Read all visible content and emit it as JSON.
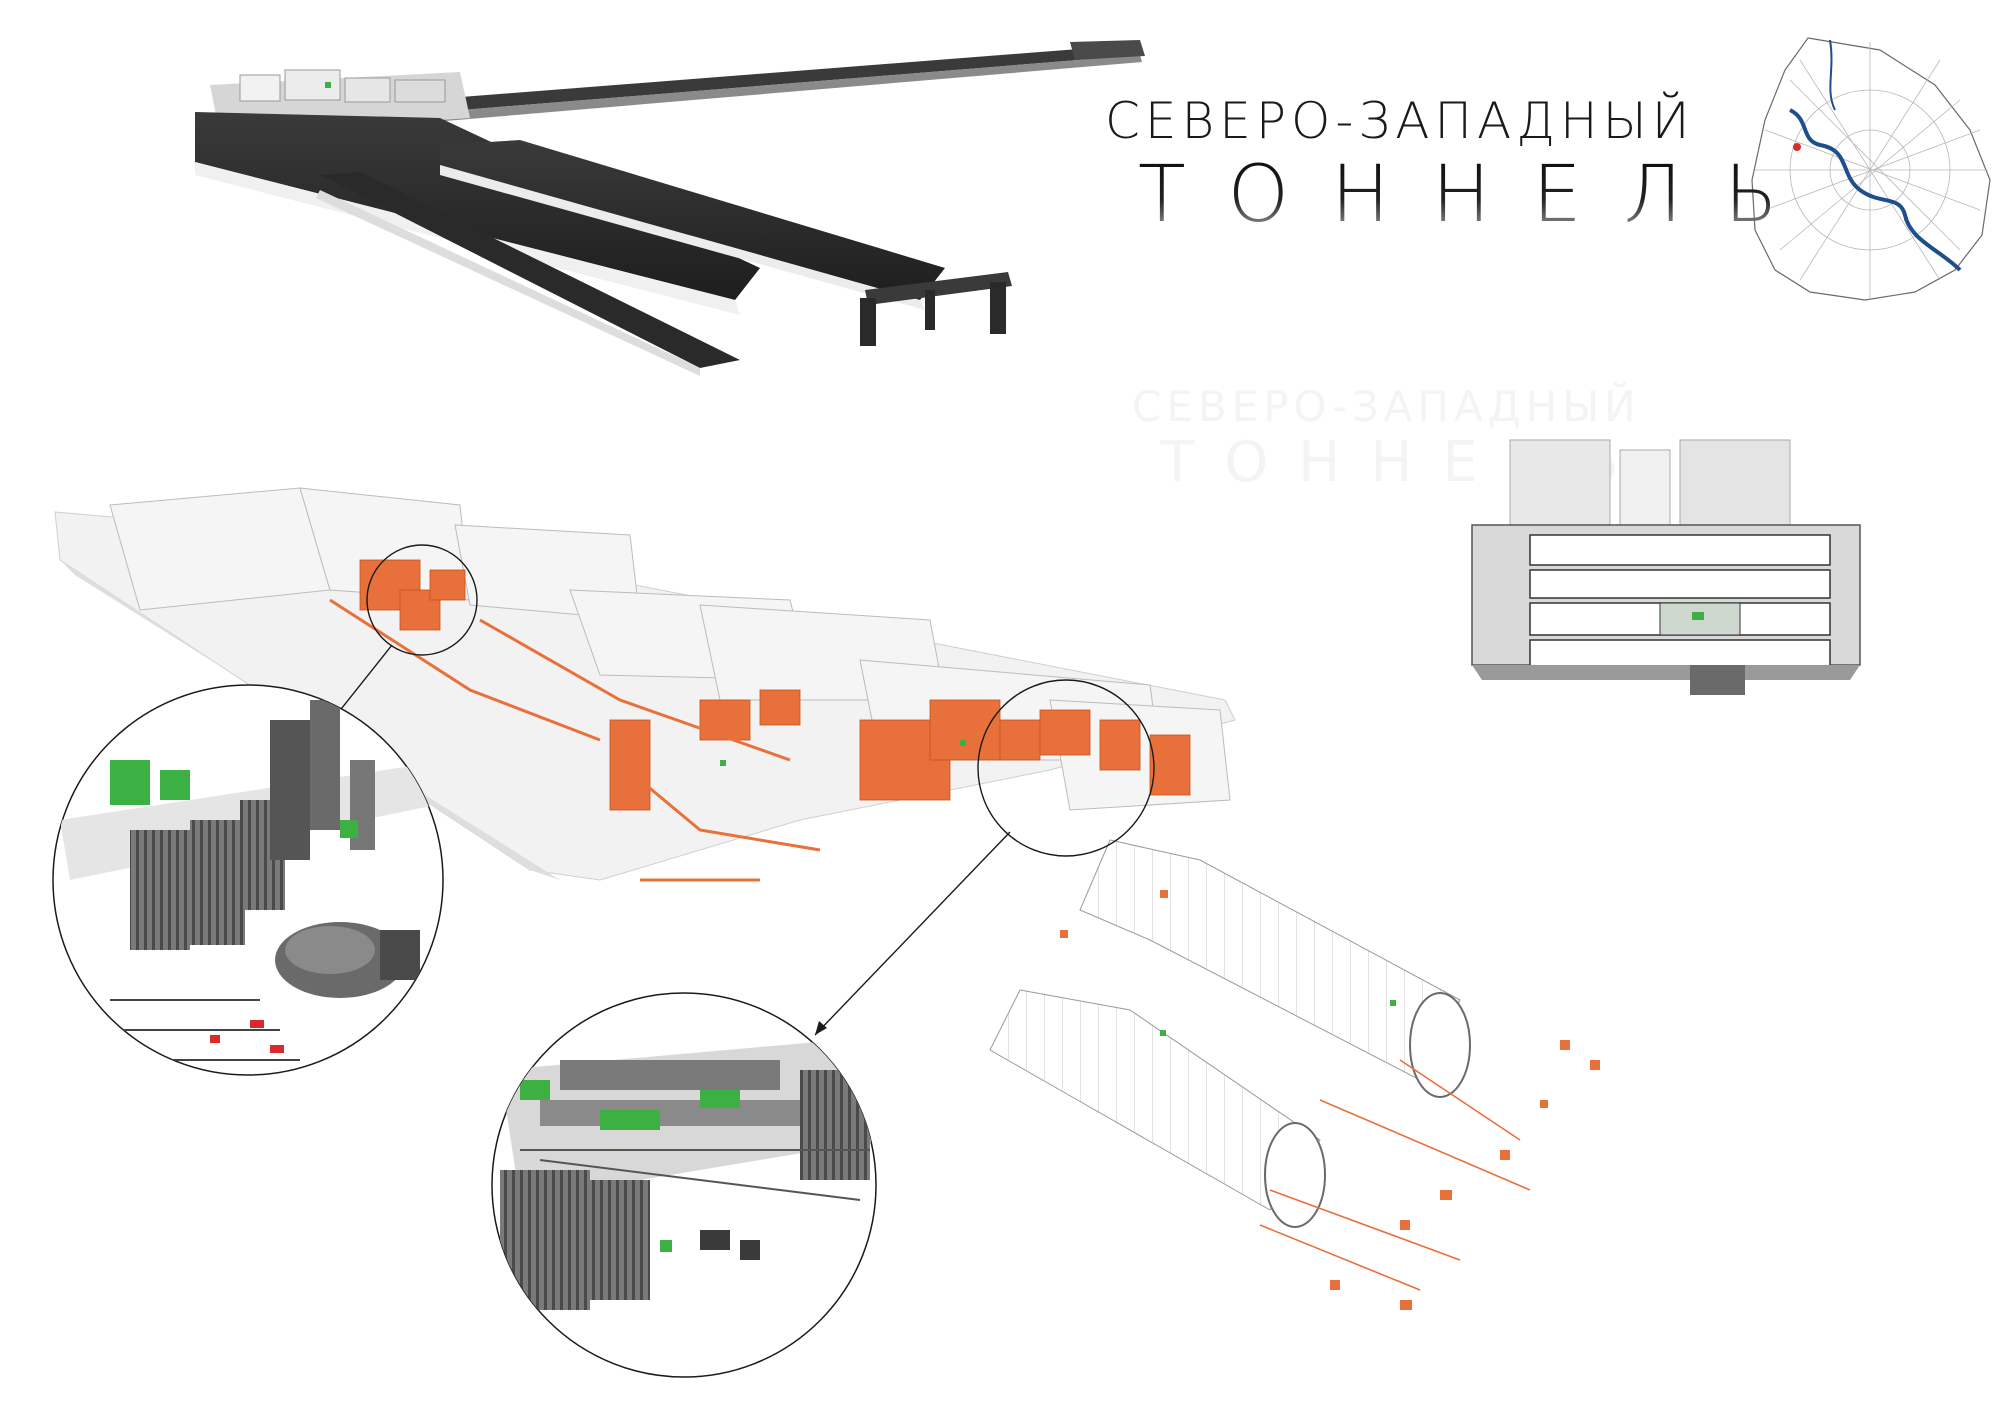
{
  "title": {
    "line1": "СЕВЕРО-ЗАПАДНЫЙ",
    "line2": "ТОННЕЛЬ"
  },
  "watermark": {
    "line1": "СЕВЕРО-ЗАПАДНЫЙ",
    "line2": "ТОННЕЛЬ"
  },
  "colors": {
    "structure_dark": "#2f2f2f",
    "structure_light": "#e6e6e6",
    "engineering_orange": "#e8703a",
    "equipment_green": "#3cb043",
    "river_blue": "#1f4e8c",
    "location_marker": "#d92b2b"
  },
  "icons": [
    "arrow-pointer-icon"
  ]
}
